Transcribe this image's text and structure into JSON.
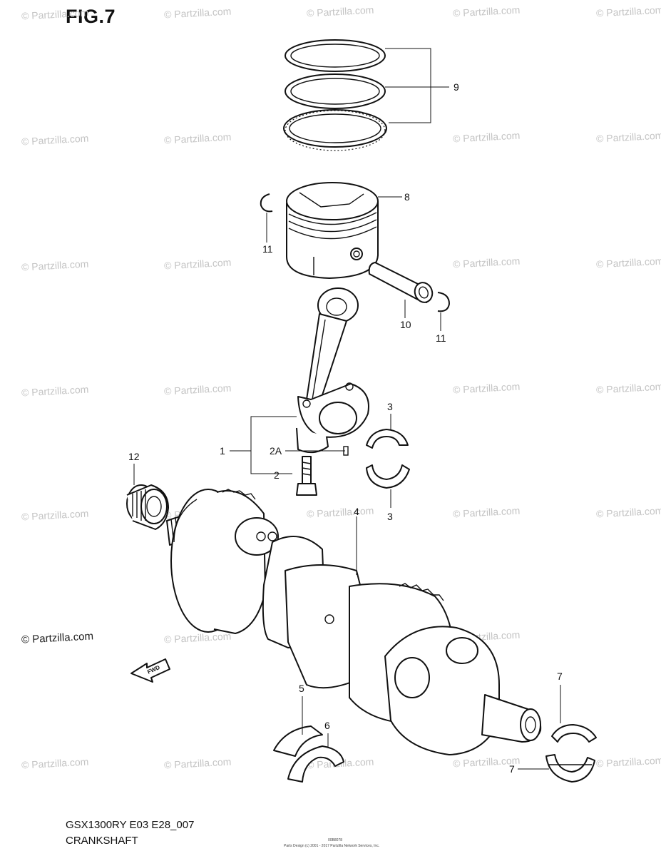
{
  "figure": {
    "label": "FIG.7",
    "model_code": "GSX1300RY E03 E28_007",
    "title": "CRANKSHAFT",
    "footer_code": "00B8078",
    "footer_copyright": "Parts Design (c) 2001 - 2017 Partzilla Network Services, Inc."
  },
  "watermark": {
    "text": "© Partzilla.com"
  },
  "callouts": {
    "connecting_rod": "1",
    "conrod_nut": "2A",
    "conrod_bolt": "2",
    "bearing_upper": "3",
    "bearing_lower": "3",
    "crankshaft": "4",
    "thrust_bearing_left": "5",
    "thrust_bearing_right": "6",
    "journal_bearing_upper": "7",
    "journal_bearing_lower": "7",
    "piston": "8",
    "piston_ring_set": "9",
    "piston_pin": "10",
    "circlip_left": "11",
    "circlip_right": "11",
    "needle_bearing": "12"
  },
  "indicators": {
    "fwd_arrow": "FWD"
  }
}
